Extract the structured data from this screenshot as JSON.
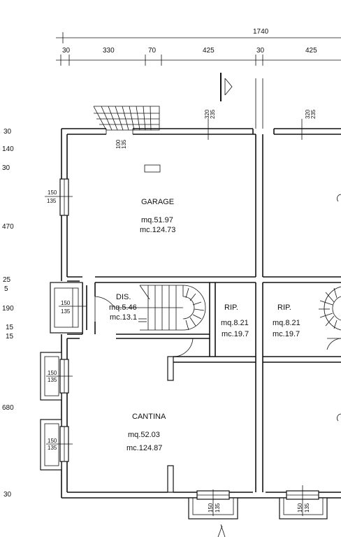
{
  "top_dimensions": {
    "overall": "1740",
    "segments": [
      "30",
      "330",
      "70",
      "425",
      "30",
      "425"
    ]
  },
  "left_dimensions": [
    "30",
    "140",
    "30",
    "470",
    "25",
    "5",
    "190",
    "15",
    "15",
    "680",
    "30"
  ],
  "rooms": {
    "garage": {
      "name": "GARAGE",
      "area": "mq.51.97",
      "volume": "mc.124.73"
    },
    "dis": {
      "name": "DIS.",
      "area": "mq.5.46",
      "volume": "mc.13.1"
    },
    "rip_left": {
      "name": "RIP.",
      "area": "mq.8.21",
      "volume": "mc.19.7"
    },
    "rip_right": {
      "name": "RIP.",
      "area": "mq.8.21",
      "volume": "mc.19.7"
    },
    "cantina": {
      "name": "CANTINA",
      "area": "mq.52.03",
      "volume": "mc.124.87"
    }
  },
  "openings": {
    "garage_left_window": {
      "w": "150",
      "h": "135"
    },
    "dis_window": {
      "w": "150",
      "h": "135"
    },
    "cantina_window_1": {
      "w": "150",
      "h": "135"
    },
    "cantina_window_2": {
      "w": "150",
      "h": "135"
    },
    "bottom_window_1": {
      "w": "150",
      "h": "135"
    },
    "bottom_window_2": {
      "w": "150",
      "h": "135"
    },
    "stair_top": {
      "w": "100",
      "h": "135"
    },
    "garage_door_1": {
      "w": "320",
      "h": "235"
    },
    "garage_door_2": {
      "w": "320",
      "h": "235"
    }
  }
}
